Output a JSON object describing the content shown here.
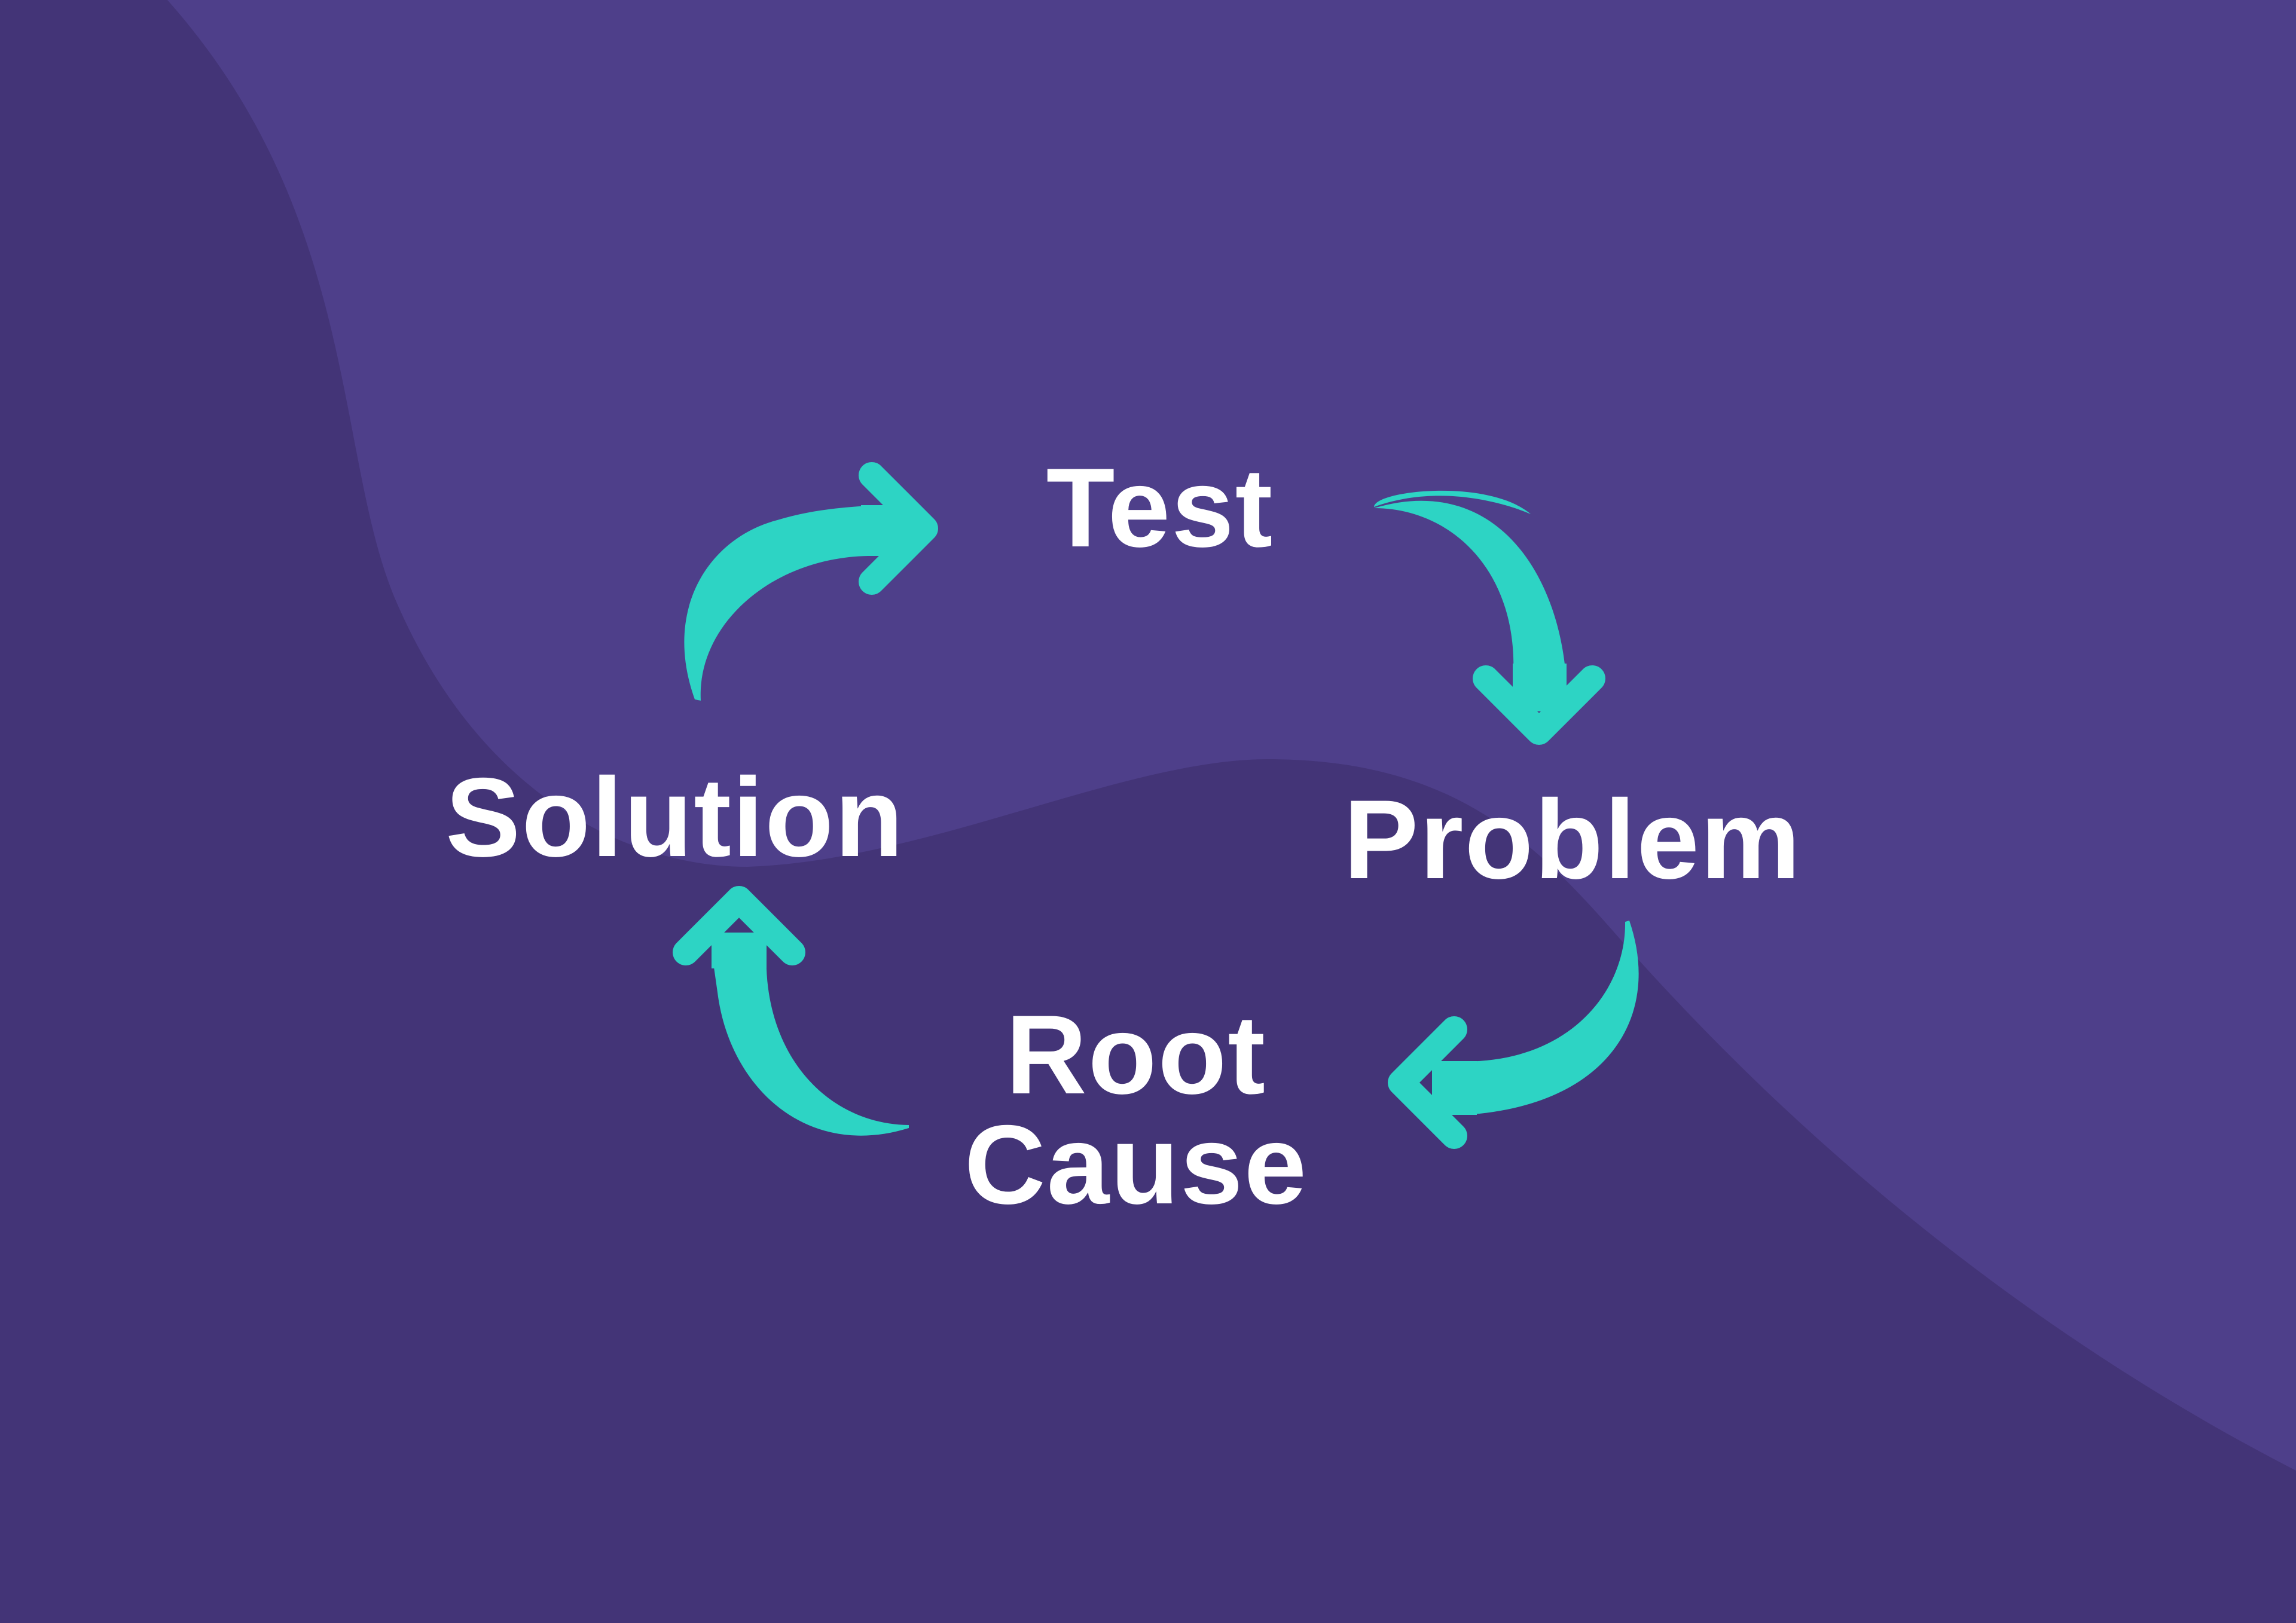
{
  "colors": {
    "background_dark": "#433477",
    "background_light": "#4e3f8a",
    "arrow": "#2dd4c4",
    "text": "#ffffff"
  },
  "cycle": {
    "steps": [
      {
        "label": "Test"
      },
      {
        "label": "Problem"
      },
      {
        "label": "Root",
        "label_line2": "Cause"
      },
      {
        "label": "Solution"
      }
    ]
  },
  "arrows": [
    {
      "name": "curved-arrow-icon",
      "from": "Solution",
      "to": "Test"
    },
    {
      "name": "curved-arrow-icon",
      "from": "Test",
      "to": "Problem"
    },
    {
      "name": "curved-arrow-icon",
      "from": "Problem",
      "to": "Root Cause"
    },
    {
      "name": "curved-arrow-icon",
      "from": "Root Cause",
      "to": "Solution"
    }
  ]
}
